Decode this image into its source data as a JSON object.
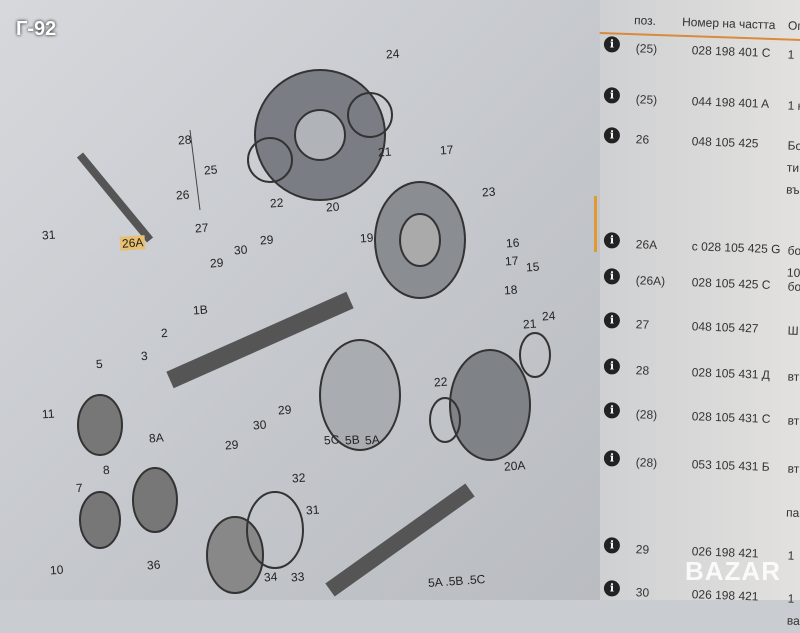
{
  "title": "Г-92",
  "diagram": {
    "labels": [
      "24",
      "28",
      "25",
      "26",
      "27",
      "31",
      "26A",
      "22",
      "20",
      "21",
      "17",
      "23",
      "19",
      "16",
      "17",
      "15",
      "18",
      "30",
      "29",
      "29",
      "1B",
      "2",
      "3",
      "5",
      "11",
      "8A",
      "7",
      "8",
      "10",
      "21",
      "24",
      "22",
      "20A",
      "5C",
      "5B",
      "5A",
      "29",
      "30",
      "29",
      "32",
      "31",
      "33",
      "34",
      "36",
      "5A .5B .5C"
    ]
  },
  "table": {
    "headers": {
      "pos": "поз.",
      "number": "Номер на частта",
      "desc": "Оп"
    },
    "rows": [
      {
        "pos": "(25)",
        "number": "028 198 401 C",
        "desc": "1"
      },
      {
        "pos": "(25)",
        "number": "044 198 401 A",
        "desc": "1 к"
      },
      {
        "pos": "26",
        "number": "048 105 425",
        "desc": "Бо\nти\nвъ"
      },
      {
        "pos": "26A",
        "number": "c 028 105 425 G",
        "desc": "бо\n10"
      },
      {
        "pos": "(26A)",
        "number": "028 105 425 C",
        "desc": "бо"
      },
      {
        "pos": "27",
        "number": "048 105 427",
        "desc": "Ш"
      },
      {
        "pos": "28",
        "number": "028 105 431 Д",
        "desc": "вт"
      },
      {
        "pos": "(28)",
        "number": "028 105 431 C",
        "desc": "вт"
      },
      {
        "pos": "(28)",
        "number": "053 105 431 Б",
        "desc": "вт\n\nпа"
      },
      {
        "pos": "29",
        "number": "026 198 421",
        "desc": "1"
      },
      {
        "pos": "30",
        "number": "026 198 421",
        "desc": "1\nва"
      }
    ]
  },
  "watermark": "BAZAR"
}
